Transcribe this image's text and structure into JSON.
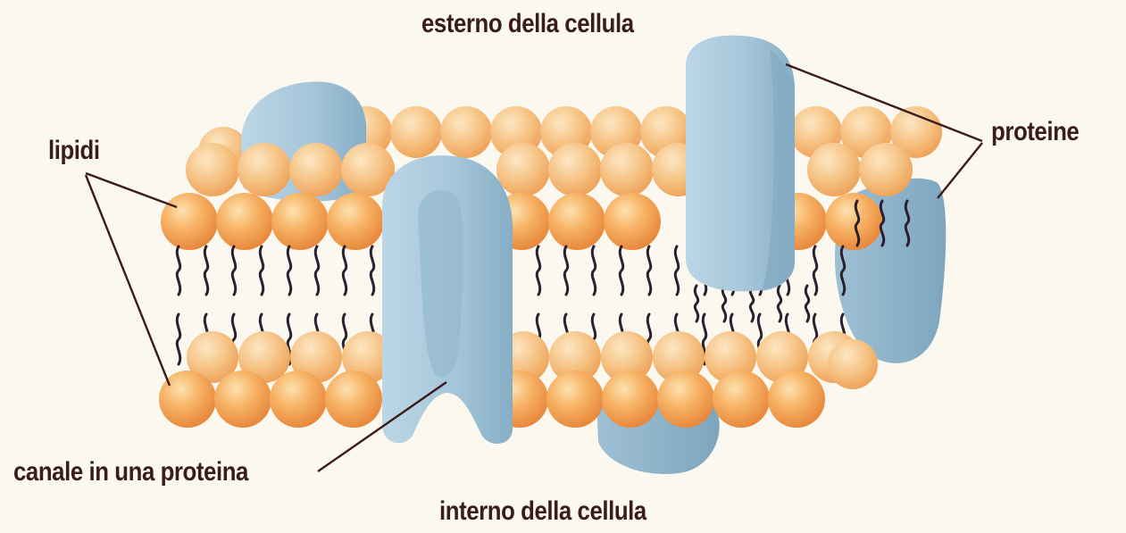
{
  "labels": {
    "outside": "esterno della cellula",
    "inside": "interno della cellula",
    "lipids": "lipidi",
    "proteins": "proteine",
    "channel": "canale in una proteina"
  },
  "colors": {
    "background": "#fbf8ef",
    "lipid_head": "#f09a4a",
    "lipid_highlight": "#fcd69c",
    "protein": "#a8c9dc",
    "protein_shadow": "#86aec5",
    "tail": "#2a2030",
    "text": "#3a1d1a"
  }
}
